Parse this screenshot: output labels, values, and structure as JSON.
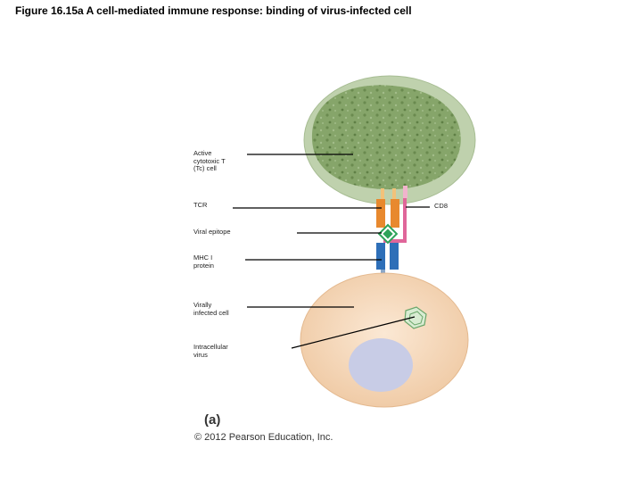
{
  "title": "Figure 16.15a A cell-mediated immune response: binding of virus-infected cell",
  "labels": {
    "tc_cell": "Active\ncytotoxic T\n(Tc) cell",
    "tcr": "TCR",
    "viral_epitope": "Viral epitope",
    "mhc": "MHC I\nprotein",
    "infected_cell": "Virally\ninfected cell",
    "intracellular_virus": "Intracellular\nvirus",
    "cd8": "CD8"
  },
  "panel_label": "(a)",
  "copyright": "© 2012 Pearson Education, Inc.",
  "colors": {
    "tc_outer": "#b9cda6",
    "tc_inner": "#7f9e62",
    "infected_cell": "#f6dcc0",
    "nucleus": "#c8cce6",
    "tcr": "#e8892e",
    "mhc": "#2e6fb8",
    "cd8": "#e0669a",
    "epitope": "#2ea35a"
  }
}
